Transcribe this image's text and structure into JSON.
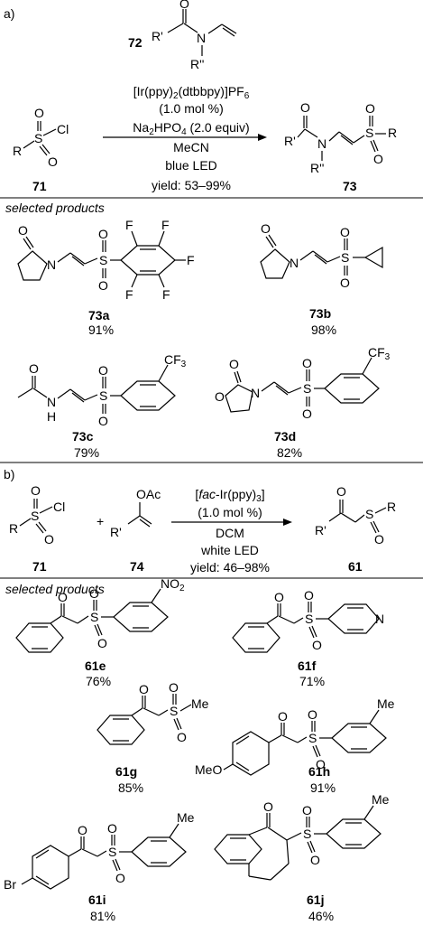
{
  "section_a": {
    "label": "a)",
    "reagent_id": "72",
    "reagent_atoms": {
      "r1": "R'",
      "n": "N",
      "o": "O",
      "r2": "R''"
    },
    "substrate_atoms": {
      "r": "R",
      "s": "S",
      "cl": "Cl",
      "o": "O"
    },
    "conditions": [
      "[Ir(ppy)2(dtbbpy)]PF6",
      "(1.0 mol %)",
      "Na2HPO4 (2.0 equiv)",
      "MeCN",
      "blue LED",
      "yield: 53–99%"
    ],
    "substrate_id": "71",
    "product_id": "73",
    "product_atoms": {
      "r1": "R'",
      "n": "N",
      "r2": "R''",
      "s": "S",
      "r": "R",
      "o": "O"
    },
    "selected_header": "selected products",
    "products": [
      {
        "id": "73a",
        "yield": "91%"
      },
      {
        "id": "73b",
        "yield": "98%"
      },
      {
        "id": "73c",
        "yield": "79%"
      },
      {
        "id": "73d",
        "yield": "82%"
      }
    ]
  },
  "section_b": {
    "label": "b)",
    "substrate_id": "71",
    "reagent_id": "74",
    "reagent_atoms": {
      "oac": "OAc",
      "r1": "R'"
    },
    "plus": "+",
    "conditions": [
      "[fac-Ir(ppy)3]",
      "(1.0 mol %)",
      "DCM",
      "white LED",
      "yield: 46–98%"
    ],
    "product_id": "61",
    "selected_header": "selected products",
    "products": [
      {
        "id": "61e",
        "yield": "76%"
      },
      {
        "id": "61f",
        "yield": "71%"
      },
      {
        "id": "61g",
        "yield": "85%"
      },
      {
        "id": "61h",
        "yield": "91%"
      },
      {
        "id": "61i",
        "yield": "81%"
      },
      {
        "id": "61j",
        "yield": "46%"
      }
    ]
  },
  "atom_labels": {
    "n": "N",
    "nh": "H",
    "o": "O",
    "s": "S",
    "f": "F",
    "cf3": "CF3",
    "no2": "NO2",
    "me": "Me",
    "meo": "MeO",
    "br": "Br",
    "py_n": "N"
  }
}
